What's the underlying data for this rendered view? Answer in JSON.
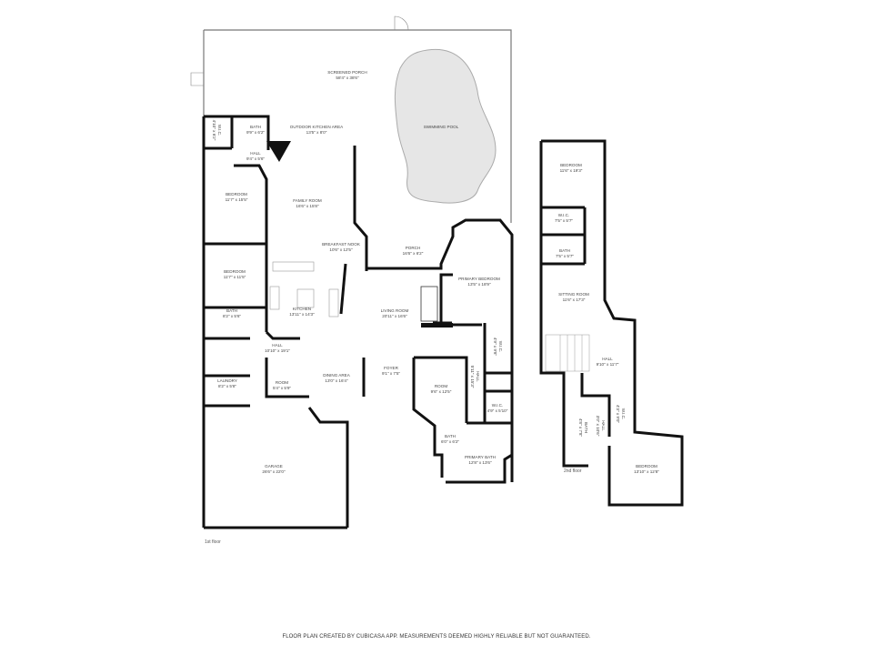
{
  "footer": {
    "text": "FLOOR PLAN CREATED BY CUBICASA APP. MEASUREMENTS DEEMED HIGHLY RELIABLE BUT NOT GUARANTEED."
  },
  "floors": [
    {
      "label": "1st floor",
      "rooms": [
        {
          "name": "SCREENED PORCH",
          "dim": "58'4\" x 38'6\""
        },
        {
          "name": "SWIMMING POOL",
          "dim": ""
        },
        {
          "name": "OUTDOOR KITCHEN AREA",
          "dim": "13'5\" x 8'0\""
        },
        {
          "name": "W.I.C.",
          "dim": "4'10\" x 6'2\""
        },
        {
          "name": "BATH",
          "dim": "9'9\" x 6'2\""
        },
        {
          "name": "HALL",
          "dim": "9'4\" x 5'6\""
        },
        {
          "name": "BEDROOM",
          "dim": "11'7\" x 15'5\""
        },
        {
          "name": "FAMILY ROOM",
          "dim": "16'6\" x 15'8\""
        },
        {
          "name": "BREAKFAST NOOK",
          "dim": "10'6\" x 12'5\""
        },
        {
          "name": "PORCH",
          "dim": "16'6\" x 6'2\""
        },
        {
          "name": "BEDROOM",
          "dim": "11'7\" x 11'5\""
        },
        {
          "name": "PRIMARY BEDROOM",
          "dim": "13'5\" x 18'9\""
        },
        {
          "name": "KITCHEN",
          "dim": "13'11\" x 14'3\""
        },
        {
          "name": "LIVING ROOM",
          "dim": "20'11\" x 16'6\""
        },
        {
          "name": "BATH",
          "dim": "8'2\" x 5'6\""
        },
        {
          "name": "HALL",
          "dim": "10'10\" x 19'1\""
        },
        {
          "name": "W.I.C.",
          "dim": "4'9\" x 9'8\""
        },
        {
          "name": "FOYER",
          "dim": "9'1\" x 7'5\""
        },
        {
          "name": "DINING AREA",
          "dim": "13'0\" x 16'4\""
        },
        {
          "name": "LAUNDRY",
          "dim": "8'2\" x 5'8\""
        },
        {
          "name": "ROOM",
          "dim": "5'4\" x 5'9\""
        },
        {
          "name": "ROOM",
          "dim": "9'6\" x 12'5\""
        },
        {
          "name": "HALL",
          "dim": "5'11\" x 15'3\""
        },
        {
          "name": "W.I.C.",
          "dim": "4'9\" x 5'10\""
        },
        {
          "name": "BATH",
          "dim": "6'0\" x 6'2\""
        },
        {
          "name": "PRIMARY BATH",
          "dim": "12'8\" x 13'6\""
        },
        {
          "name": "GARAGE",
          "dim": "26'6\" x 22'0\""
        }
      ]
    },
    {
      "label": "2nd floor",
      "rooms": [
        {
          "name": "BEDROOM",
          "dim": "11'6\" x 19'3\""
        },
        {
          "name": "W.I.C.",
          "dim": "7'5\" x 5'7\""
        },
        {
          "name": "BATH",
          "dim": "7'5\" x 5'7\""
        },
        {
          "name": "SITTING ROOM",
          "dim": "11'6\" x 17'3\""
        },
        {
          "name": "HALL",
          "dim": "9'10\" x 11'7\""
        },
        {
          "name": "BATH",
          "dim": "4'8\" x 7'8\""
        },
        {
          "name": "HALL",
          "dim": "3'0\" x 10'6\""
        },
        {
          "name": "W.I.C.",
          "dim": "4'3\" x 9'0\""
        },
        {
          "name": "BEDROOM",
          "dim": "13'10\" x 12'8\""
        }
      ]
    }
  ],
  "colors": {
    "wall": "#111111",
    "thin_line": "#9a9a9a",
    "pool_fill": "#e6e6e6",
    "background": "#ffffff"
  }
}
